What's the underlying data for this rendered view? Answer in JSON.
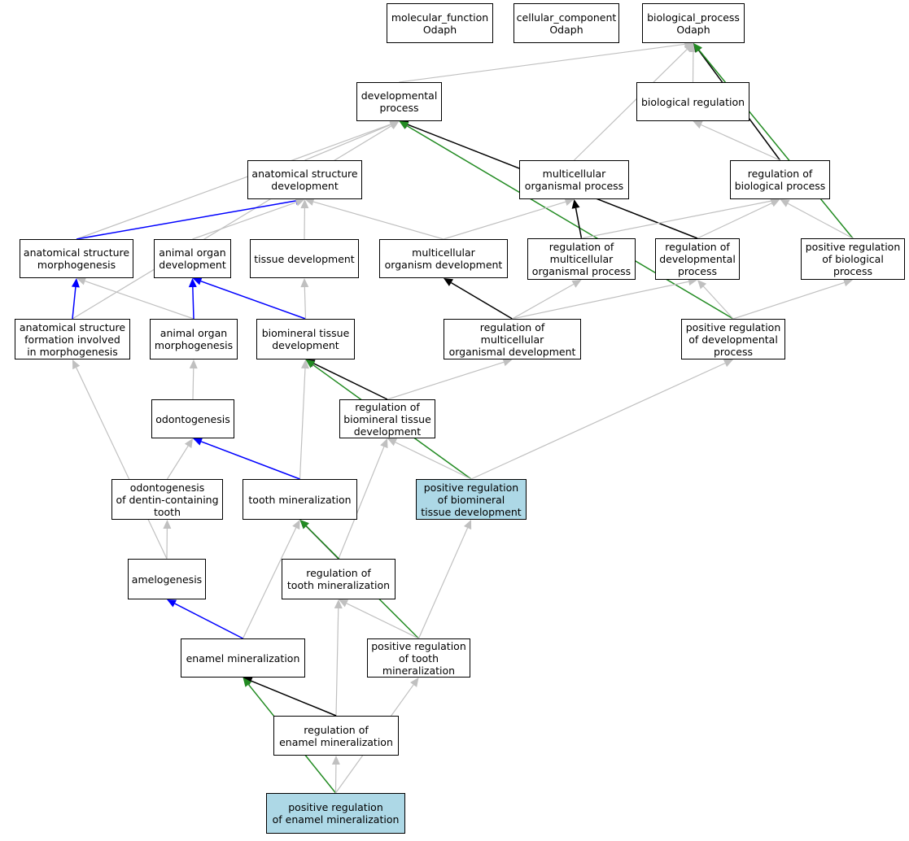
{
  "nodes": {
    "mf": "molecular_function\nOdaph",
    "cc": "cellular_component\nOdaph",
    "bp": "biological_process\nOdaph",
    "dev": "developmental\nprocess",
    "breg": "biological regulation",
    "asd": "anatomical structure\ndevelopment",
    "mop": "multicellular\norganismal process",
    "rbp": "regulation of\nbiological process",
    "asm": "anatomical structure\nmorphogenesis",
    "aod": "animal organ\ndevelopment",
    "td": "tissue development",
    "mod": "multicellular\norganism development",
    "rmop": "regulation of\nmulticellular\norganismal process",
    "rdp": "regulation of\ndevelopmental\nprocess",
    "prbp": "positive regulation\nof biological\nprocess",
    "asf": "anatomical structure\nformation involved\nin morphogenesis",
    "aom": "animal organ\nmorphogenesis",
    "btd": "biomineral tissue\ndevelopment",
    "rmod": "regulation of\nmulticellular\norganismal development",
    "prdp": "positive regulation\nof developmental\nprocess",
    "odo": "odontogenesis",
    "rbtd": "regulation of\nbiomineral tissue\ndevelopment",
    "odc": "odontogenesis\nof dentin-containing\ntooth",
    "tm": "tooth mineralization",
    "prbtd": "positive regulation\nof biomineral\ntissue development",
    "amel": "amelogenesis",
    "rtm": "regulation of\ntooth mineralization",
    "em": "enamel mineralization",
    "prtm": "positive regulation\nof tooth mineralization",
    "rem": "regulation of\nenamel mineralization",
    "prem": "positive regulation\nof enamel mineralization"
  },
  "colors": {
    "is_a": "#c0c0c0",
    "part_of": "#0000ff",
    "regulates": "#000000",
    "positively_regulates": "#228b22",
    "highlight": "#add8e6"
  },
  "edges": [
    {
      "from": "dev",
      "to": "bp",
      "type": "is_a"
    },
    {
      "from": "breg",
      "to": "bp",
      "type": "is_a"
    },
    {
      "from": "mop",
      "to": "bp",
      "type": "is_a"
    },
    {
      "from": "rbp",
      "to": "bp",
      "type": "regulates"
    },
    {
      "from": "prbp",
      "to": "bp",
      "type": "positively_regulates"
    },
    {
      "from": "rbp",
      "to": "breg",
      "type": "is_a"
    },
    {
      "from": "asd",
      "to": "dev",
      "type": "is_a"
    },
    {
      "from": "asm",
      "to": "dev",
      "type": "is_a"
    },
    {
      "from": "asf",
      "to": "dev",
      "type": "is_a"
    },
    {
      "from": "rdp",
      "to": "dev",
      "type": "regulates"
    },
    {
      "from": "prdp",
      "to": "dev",
      "type": "positively_regulates"
    },
    {
      "from": "asm",
      "to": "asd",
      "type": "part_of"
    },
    {
      "from": "aod",
      "to": "asd",
      "type": "is_a"
    },
    {
      "from": "td",
      "to": "asd",
      "type": "is_a"
    },
    {
      "from": "mod",
      "to": "asd",
      "type": "is_a"
    },
    {
      "from": "mod",
      "to": "mop",
      "type": "is_a"
    },
    {
      "from": "rmop",
      "to": "mop",
      "type": "regulates"
    },
    {
      "from": "rmop",
      "to": "rbp",
      "type": "is_a"
    },
    {
      "from": "rdp",
      "to": "rbp",
      "type": "is_a"
    },
    {
      "from": "prbp",
      "to": "rbp",
      "type": "is_a"
    },
    {
      "from": "asf",
      "to": "asm",
      "type": "part_of"
    },
    {
      "from": "aom",
      "to": "asm",
      "type": "is_a"
    },
    {
      "from": "aom",
      "to": "aod",
      "type": "part_of"
    },
    {
      "from": "btd",
      "to": "aod",
      "type": "part_of"
    },
    {
      "from": "btd",
      "to": "td",
      "type": "is_a"
    },
    {
      "from": "rmod",
      "to": "mod",
      "type": "regulates"
    },
    {
      "from": "rmod",
      "to": "rmop",
      "type": "is_a"
    },
    {
      "from": "rmod",
      "to": "rdp",
      "type": "is_a"
    },
    {
      "from": "prdp",
      "to": "rdp",
      "type": "is_a"
    },
    {
      "from": "prdp",
      "to": "prbp",
      "type": "is_a"
    },
    {
      "from": "amel",
      "to": "asf",
      "type": "is_a"
    },
    {
      "from": "odo",
      "to": "aom",
      "type": "is_a"
    },
    {
      "from": "tm",
      "to": "btd",
      "type": "is_a"
    },
    {
      "from": "rbtd",
      "to": "btd",
      "type": "regulates"
    },
    {
      "from": "prbtd",
      "to": "btd",
      "type": "positively_regulates"
    },
    {
      "from": "rbtd",
      "to": "rmod",
      "type": "is_a"
    },
    {
      "from": "prbtd",
      "to": "prdp",
      "type": "is_a"
    },
    {
      "from": "odc",
      "to": "odo",
      "type": "is_a"
    },
    {
      "from": "tm",
      "to": "odo",
      "type": "part_of"
    },
    {
      "from": "rtm",
      "to": "rbtd",
      "type": "is_a"
    },
    {
      "from": "prbtd",
      "to": "rbtd",
      "type": "is_a"
    },
    {
      "from": "amel",
      "to": "odc",
      "type": "is_a"
    },
    {
      "from": "em",
      "to": "tm",
      "type": "is_a"
    },
    {
      "from": "rtm",
      "to": "tm",
      "type": "regulates"
    },
    {
      "from": "prtm",
      "to": "tm",
      "type": "positively_regulates"
    },
    {
      "from": "prtm",
      "to": "prbtd",
      "type": "is_a"
    },
    {
      "from": "em",
      "to": "amel",
      "type": "part_of"
    },
    {
      "from": "prtm",
      "to": "rtm",
      "type": "is_a"
    },
    {
      "from": "rem",
      "to": "rtm",
      "type": "is_a"
    },
    {
      "from": "rem",
      "to": "em",
      "type": "regulates"
    },
    {
      "from": "prem",
      "to": "em",
      "type": "positively_regulates"
    },
    {
      "from": "prem",
      "to": "prtm",
      "type": "is_a"
    },
    {
      "from": "prem",
      "to": "rem",
      "type": "is_a"
    }
  ]
}
